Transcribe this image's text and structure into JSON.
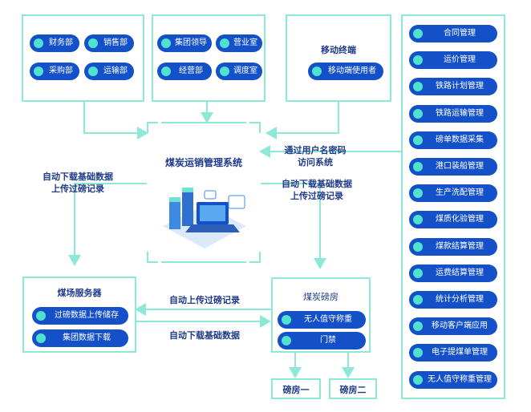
{
  "groups": {
    "dept": {
      "items": [
        "财务部",
        "销售部",
        "采购部",
        "运输部"
      ]
    },
    "leader": {
      "items": [
        "集团领导",
        "营业室",
        "经营部",
        "调度室"
      ]
    },
    "mobile": {
      "title": "移动终端",
      "items": [
        "移动端使用者"
      ]
    }
  },
  "modules": [
    "合同管理",
    "运价管理",
    "铁路计划管理",
    "铁路运输管理",
    "磅单数据采集",
    "港口装船管理",
    "生产洗配管理",
    "煤质化验管理",
    "煤款结算管理",
    "运费结算管理",
    "统计分析管理",
    "移动客户端应用",
    "电子提煤单管理",
    "无人值守称重管理"
  ],
  "center": {
    "title": "煤炭运销管理系统"
  },
  "server": {
    "title": "煤场服务器",
    "items": [
      "过磅数据上传储存",
      "集团数据下载"
    ]
  },
  "weigh": {
    "title": "煤炭磅房",
    "items": [
      "无人值守称重",
      "门禁"
    ]
  },
  "rooms": [
    "磅房一",
    "磅房二"
  ],
  "flows": {
    "access_line1": "通过用户名密码",
    "access_line2": "访问系统",
    "left_line1": "自动下载基础数据",
    "left_line2": "上传过磅记录",
    "right_line1": "自动下载基础数据",
    "right_line2": "上传过磅记录",
    "upload": "自动上传过磅记录",
    "download": "自动下载基础数据"
  },
  "colors": {
    "pill": "#1451c9",
    "dot": "#4ee2cf",
    "line": "#8de8d8",
    "text": "#1f3a8a"
  }
}
